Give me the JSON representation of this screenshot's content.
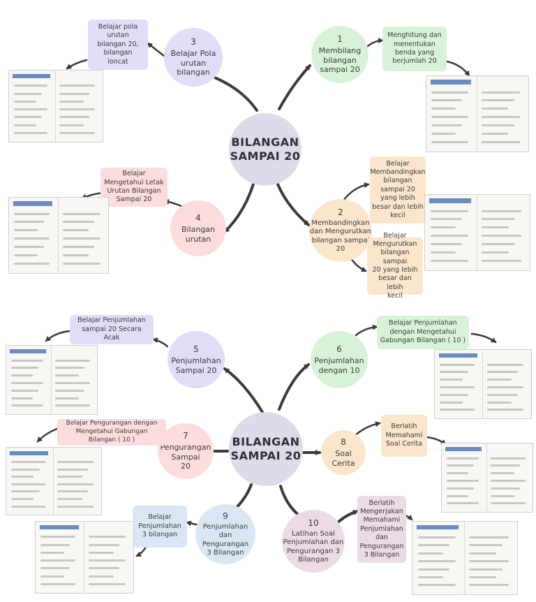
{
  "map1": {
    "center": [
      "BILANGAN",
      "SAMPAI 20"
    ],
    "topics": [
      {
        "num": "1",
        "lines": [
          "Membilang",
          "bilangan",
          "sampai 20"
        ]
      },
      {
        "num": "2",
        "lines": [
          "Membandingkan",
          "dan Mengurutkan",
          "bilangan sampai",
          "20"
        ]
      },
      {
        "num": "3",
        "lines": [
          "Belajar Pola",
          "urutan",
          "bilangan"
        ]
      },
      {
        "num": "4",
        "lines": [
          "Bilangan",
          "urutan"
        ]
      }
    ],
    "notes": {
      "n1": [
        "Menghitung dan",
        "menentukan",
        "benda yang",
        "berjumlah 20"
      ],
      "n2a": [
        "Belajar",
        "Membandingkan",
        "bilangan",
        "sampai 20",
        "yang lebih",
        "besar dan lebih",
        "kecil"
      ],
      "n2b": [
        "Belajar",
        "Mengurutkan",
        "bilangan sampai",
        "20 yang lebih",
        "besar dan lebih",
        "kecil"
      ],
      "n3": [
        "Belajar pola",
        "urutan",
        "bilangan 20,",
        "bilangan",
        "loncat"
      ],
      "n4": [
        "Belajar",
        "Mengetahui Letak",
        "Urutan Bilangan",
        "Sampai 20"
      ]
    }
  },
  "map2": {
    "center": [
      "BILANGAN",
      "SAMPAI 20"
    ],
    "topics": [
      {
        "num": "5",
        "lines": [
          "Penjumlahan",
          "Sampai 20"
        ]
      },
      {
        "num": "6",
        "lines": [
          "Penjumlahan",
          "dengan 10"
        ]
      },
      {
        "num": "7",
        "lines": [
          "Pengurangan",
          "Sampai",
          "20"
        ]
      },
      {
        "num": "8",
        "lines": [
          "Soal",
          "Cerita"
        ]
      },
      {
        "num": "9",
        "lines": [
          "Penjumlahan dan",
          "Pengurangan",
          "3 Bilangan"
        ]
      },
      {
        "num": "10",
        "lines": [
          "Latihan Soal",
          "Penjumlahan dan",
          "Pengurangan 3",
          "Bilangan"
        ]
      }
    ],
    "notes": {
      "n5": [
        "Belajar Penjumlahan",
        "sampai 20 Secara",
        "Acak"
      ],
      "n6": [
        "Belajar Penjumlahan",
        "dengan Mengetahui",
        "Gabungan Bilangan ( 10 )"
      ],
      "n7": [
        "Belajar Pengurangan dengan",
        "Mengetahui Gabungan",
        "Bilangan ( 10 )"
      ],
      "n8": [
        "Berlatih",
        "Memahami",
        "Soal Cerita"
      ],
      "n9": [
        "Belajar",
        "Penjumlahan",
        "3 bilangan"
      ],
      "n10": [
        "Berlatih",
        "Mengerjakan",
        "Memahami",
        "Penjumlahan",
        "dan",
        "Pengurangan",
        "3 Bilangan"
      ]
    }
  },
  "colors": {
    "center": "#dcdce8",
    "purple": "#e2dcf7",
    "green": "#d8f2d8",
    "pink": "#fcdcdc",
    "peach": "#fbe6cc",
    "blue": "#d9e7f5",
    "mauve": "#ecdbe6",
    "arrow": "#3a3a3a"
  }
}
